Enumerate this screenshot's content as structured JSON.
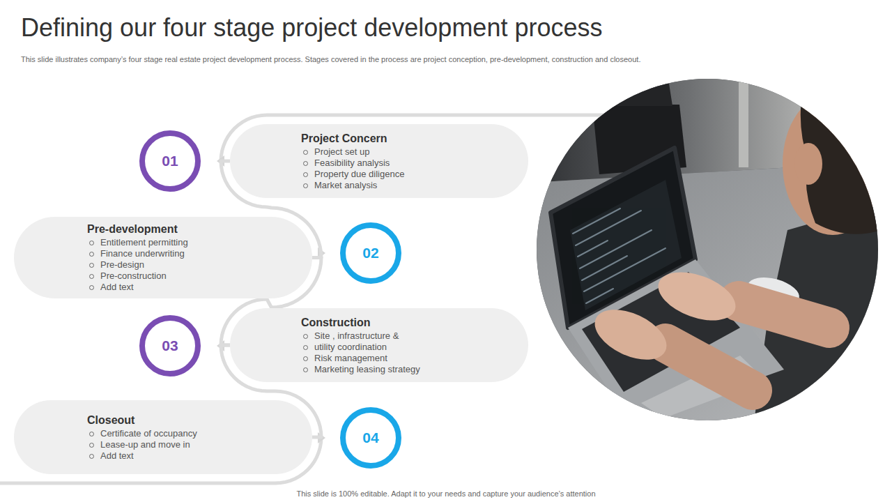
{
  "diagram": {
    "title": "Defining our four stage project development process",
    "nodes": [
      {
        "text": [
          "01"
        ]
      },
      {
        "text": [
          "Project Concern",
          "Project set up",
          "Feasibility analysis",
          "Property due diligence",
          "Market analysis"
        ]
      },
      {
        "text": [
          "Pre-development",
          "Entitlement permitting",
          "Finance underwriting",
          "Pre-design",
          "Pre-construction",
          "Add text"
        ]
      },
      {
        "text": [
          "02"
        ]
      },
      {
        "text": [
          "03"
        ]
      },
      {
        "text": [
          "Construction",
          "Site , infrastructure &",
          "utility coordination",
          "Risk management",
          "Marketing leasing strategy"
        ]
      },
      {
        "text": [
          "Closeout",
          "Certificate of occupancy",
          "Lease-up and move in",
          "Add text"
        ]
      },
      {
        "text": [
          "04"
        ]
      }
    ],
    "edges": [
      {
        "from": 1,
        "to": 2,
        "arrow": "none"
      },
      {
        "from": 2,
        "to": 5,
        "arrow": "none"
      },
      {
        "from": 5,
        "to": 6,
        "arrow": "none"
      }
    ],
    "labels": [
      "This slide illustrates company’s four stage real estate project development process. Stages covered in the process are project conception, pre-development, construction and closeout.",
      "This slide is 100% editable. Adapt it to your needs and capture your audience’s attention"
    ]
  }
}
